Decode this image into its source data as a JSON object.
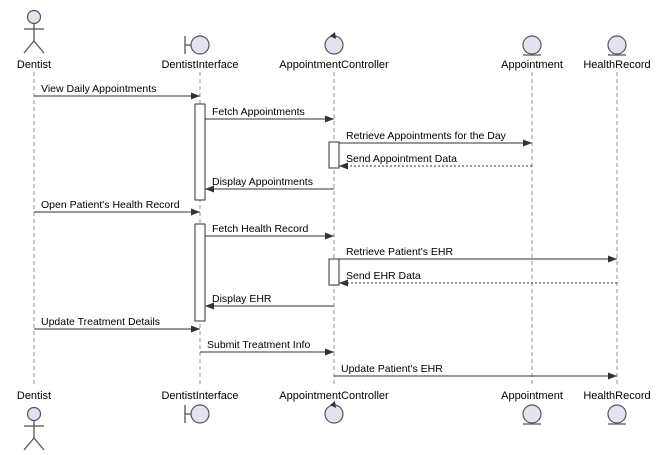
{
  "participants": [
    {
      "id": "dentist",
      "label": "Dentist",
      "kind": "actor"
    },
    {
      "id": "ui",
      "label": "DentistInterface",
      "kind": "boundary"
    },
    {
      "id": "ctrl",
      "label": "AppointmentController",
      "kind": "control"
    },
    {
      "id": "appt",
      "label": "Appointment",
      "kind": "entity"
    },
    {
      "id": "ehr",
      "label": "HealthRecord",
      "kind": "entity"
    }
  ],
  "messages": [
    {
      "from": "dentist",
      "to": "ui",
      "label": "View Daily Appointments",
      "style": "solid"
    },
    {
      "from": "ui",
      "to": "ctrl",
      "label": "Fetch Appointments",
      "style": "solid"
    },
    {
      "from": "ctrl",
      "to": "appt",
      "label": "Retrieve Appointments for the Day",
      "style": "solid"
    },
    {
      "from": "appt",
      "to": "ctrl",
      "label": "Send Appointment Data",
      "style": "dashed"
    },
    {
      "from": "ctrl",
      "to": "ui",
      "label": "Display Appointments",
      "style": "solid"
    },
    {
      "from": "dentist",
      "to": "ui",
      "label": "Open Patient's Health Record",
      "style": "solid"
    },
    {
      "from": "ui",
      "to": "ctrl",
      "label": "Fetch Health Record",
      "style": "solid"
    },
    {
      "from": "ctrl",
      "to": "ehr",
      "label": "Retrieve Patient's EHR",
      "style": "solid"
    },
    {
      "from": "ehr",
      "to": "ctrl",
      "label": "Send EHR Data",
      "style": "dashed"
    },
    {
      "from": "ctrl",
      "to": "ui",
      "label": "Display EHR",
      "style": "solid"
    },
    {
      "from": "dentist",
      "to": "ui",
      "label": "Update Treatment Details",
      "style": "solid"
    },
    {
      "from": "ui",
      "to": "ctrl",
      "label": "Submit Treatment Info",
      "style": "solid"
    },
    {
      "from": "ctrl",
      "to": "ehr",
      "label": "Update Patient's EHR",
      "style": "solid"
    }
  ]
}
